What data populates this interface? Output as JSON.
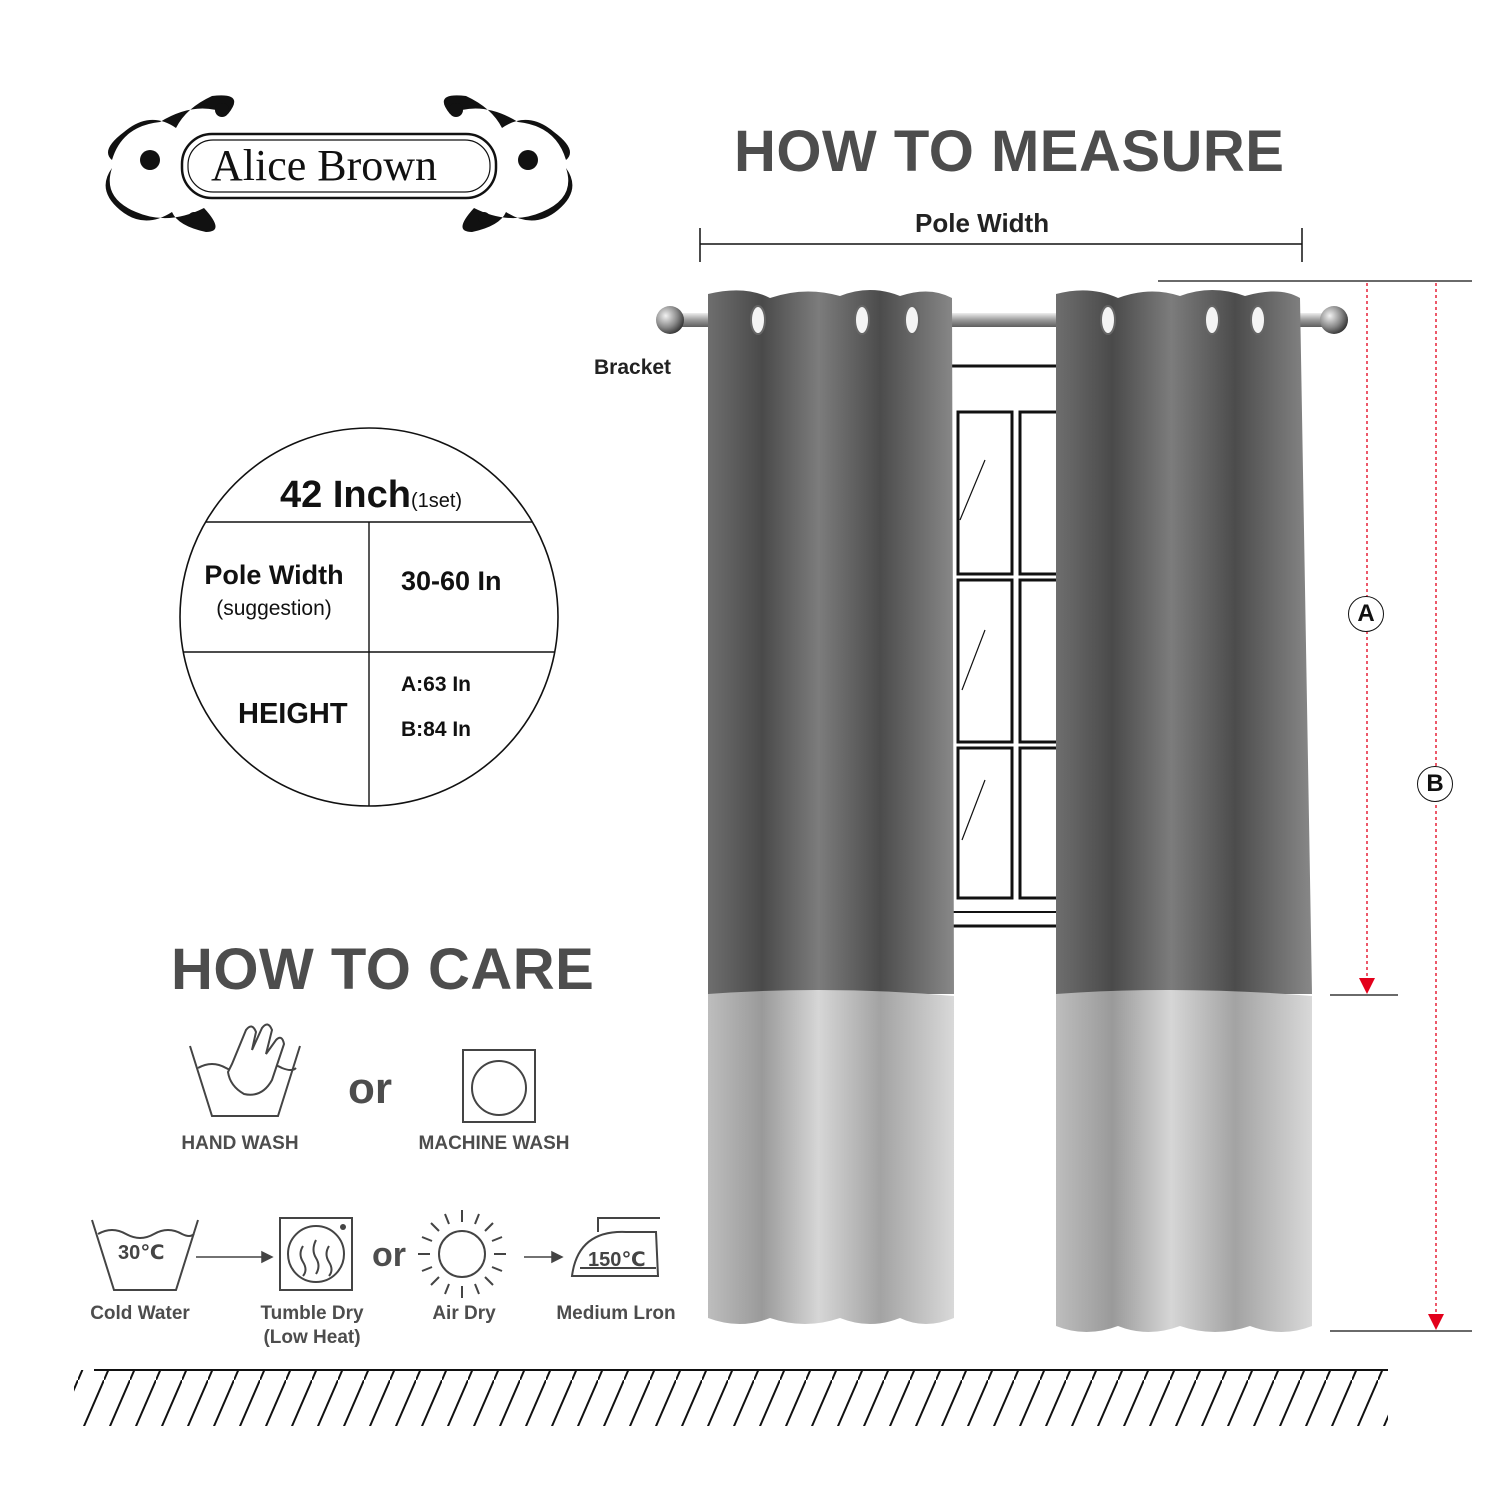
{
  "brand": {
    "name": "Alice Brown"
  },
  "measure": {
    "title": "HOW TO MEASURE",
    "pole_width_label": "Pole Width",
    "bracket_label": "Bracket",
    "marker_a": "A",
    "marker_b": "B"
  },
  "size_table": {
    "heading_size": "42 Inch",
    "heading_note": "(1set)",
    "pole_width_label": "Pole Width",
    "pole_width_note": "(suggestion)",
    "pole_width_value": "30-60 In",
    "height_label": "HEIGHT",
    "height_a": "A:63 In",
    "height_b": "B:84 In"
  },
  "care": {
    "title": "HOW TO CARE",
    "or_1": "or",
    "or_2": "or",
    "hand_wash": "HAND WASH",
    "machine_wash": "MACHINE WASH",
    "water_temp": "30℃",
    "iron_temp": "150℃",
    "cold_water": "Cold Water",
    "tumble_dry_1": "Tumble Dry",
    "tumble_dry_2": "(Low Heat)",
    "air_dry": "Air Dry",
    "medium_iron": "Medium Lron"
  },
  "colors": {
    "curtain_dark": "#5a5a5a",
    "curtain_light": "#b8b8b8",
    "heading_gray": "#4d4d4d",
    "arrow_red": "#e3001b"
  },
  "icons": [
    "ornament-frame",
    "hand-wash-icon",
    "machine-wash-icon",
    "cold-water-icon",
    "tumble-dry-icon",
    "air-dry-sun-icon",
    "iron-icon",
    "arrow-right-icon"
  ]
}
